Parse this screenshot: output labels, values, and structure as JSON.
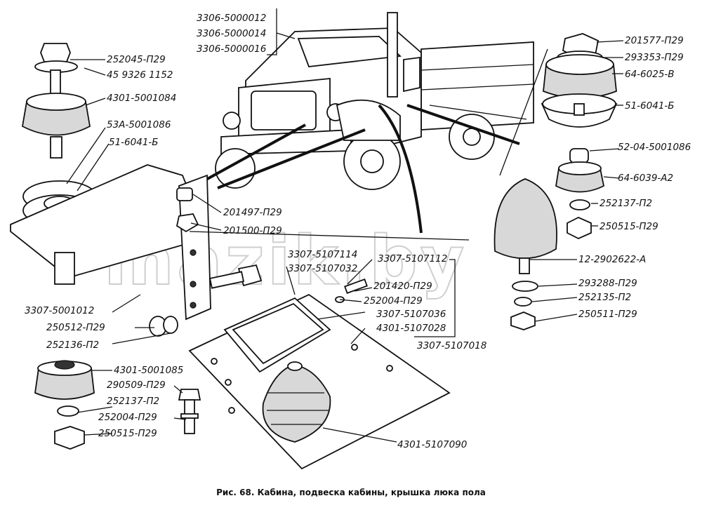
{
  "labels": {
    "cab_1": "3306-5000012",
    "cab_2": "3306-5000014",
    "cab_3": "3306-5000016",
    "l_252045": "252045-П29",
    "l_459326": "45 9326 1152",
    "l_4301_084": "4301-5001084",
    "l_53a": "53А-5001086",
    "l_516041_left": "51-6041-Б",
    "l_201497": "201497-П29",
    "l_201500": "201500-П29",
    "l_3307_114": "3307-5107114",
    "l_3307_032": "3307-5107032",
    "l_3307_112": "3307-5107112",
    "l_201420": "201420-П29",
    "l_252004_mid": "252004-П29",
    "l_3307_036": "3307-5107036",
    "l_4301_028": "4301-5107028",
    "l_3307_018": "3307-5107018",
    "l_3307_012": "3307-5001012",
    "l_250512": "250512-П29",
    "l_252136": "252136-П2",
    "l_4301_085": "4301-5001085",
    "l_290509": "290509-П29",
    "l_252137_left": "252137-П2",
    "l_252004_left": "252004-П29",
    "l_250515_left": "250515-П29",
    "l_4301_090": "4301-5107090",
    "l_201577": "201577-П29",
    "l_293353": "293353-П29",
    "l_646025": "64-6025-В",
    "l_516041_right": "51-6041-Б",
    "l_5204": "52-04-5001086",
    "l_646039": "64-6039-А2",
    "l_252137_right": "252137-П2",
    "l_250515_right": "250515-П29",
    "l_2902622": "12-2902622-А",
    "l_293288": "293288-П29",
    "l_252135": "252135-П2",
    "l_250511": "250511-П29"
  },
  "caption": "Рис. 68. Кабина, подвеска кабины, крышка люка пола",
  "watermark": "mazik.by"
}
